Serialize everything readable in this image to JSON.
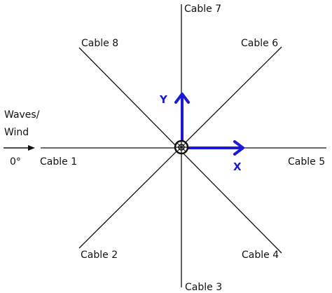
{
  "cables": [
    {
      "id": "cable-1",
      "label": "Cable 1"
    },
    {
      "id": "cable-2",
      "label": "Cable 2"
    },
    {
      "id": "cable-3",
      "label": "Cable 3"
    },
    {
      "id": "cable-4",
      "label": "Cable 4"
    },
    {
      "id": "cable-5",
      "label": "Cable 5"
    },
    {
      "id": "cable-6",
      "label": "Cable 6"
    },
    {
      "id": "cable-7",
      "label": "Cable 7"
    },
    {
      "id": "cable-8",
      "label": "Cable 8"
    }
  ],
  "incoming": {
    "line1": "Waves/",
    "line2": "Wind",
    "angle": "0°"
  },
  "axes": {
    "x_label": "X",
    "y_label": "Y",
    "color": "#1a1ad6"
  },
  "line_color": "#111111"
}
